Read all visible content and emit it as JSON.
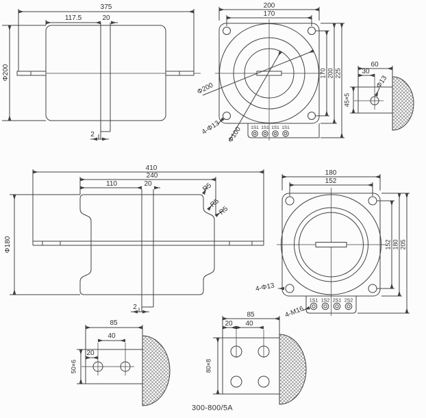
{
  "caption": "300-800/5A",
  "colors": {
    "line": "#3f3f3f",
    "text": "#2e2e2e",
    "background": "#fcfcfc",
    "hatch": "#6a6a6a"
  },
  "views": {
    "side_top": {
      "overall": "375",
      "terminal_offset": "117.5",
      "terminal_width": "20",
      "body_diameter": "Φ200",
      "plate_thickness": "2"
    },
    "front_top": {
      "flange_width": "200",
      "hole_spacing_h": "170",
      "hole_spacing_v": "170",
      "flange_height": "200",
      "overall_height": "225",
      "outer_diameter": "Φ200",
      "window_diameter": "Φ100",
      "mounting_holes": "4-Φ13",
      "terminals": [
        "1S1",
        "1S1",
        "1S1",
        "1S1"
      ]
    },
    "terminal_detail_top": {
      "width": "60",
      "hole_offset": "30",
      "hole_diameter": "Φ13",
      "section": "45×5"
    },
    "side_mid": {
      "overall": "410",
      "body_length": "240",
      "terminal_offset": "110",
      "terminal_width": "20",
      "body_diameter": "Φ180",
      "fillet1": "R5",
      "fillet2": "R5",
      "fillet3": "R5",
      "plate_thickness": "2"
    },
    "front_mid": {
      "flange_width": "180",
      "hole_spacing_h": "152",
      "hole_spacing_v": "152",
      "flange_height": "180",
      "overall_height": "205",
      "mounting_holes": "4-Φ13",
      "terminal_thread": "4-M16",
      "terminals": [
        "1S1",
        "1S2",
        "2S1",
        "2S2"
      ]
    },
    "terminal_detail_left": {
      "width": "85",
      "hole_spacing": "40",
      "hole_offset": "20",
      "section": "50×6"
    },
    "terminal_detail_mid": {
      "width": "85",
      "hole_offset": "20",
      "hole_spacing": "40",
      "section": "80×8"
    }
  }
}
